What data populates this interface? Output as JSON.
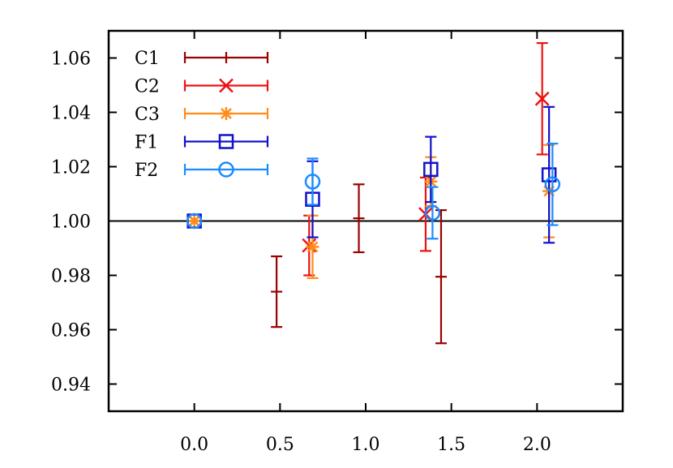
{
  "chart_data": {
    "type": "scatter",
    "xlim": [
      -0.5,
      2.5
    ],
    "ylim": [
      0.93,
      1.07
    ],
    "x_ticks": [
      0.0,
      0.5,
      1.0,
      1.5,
      2.0
    ],
    "x_tick_labels": [
      "0.0",
      "0.5",
      "1.0",
      "1.5",
      "2.0"
    ],
    "y_ticks": [
      0.94,
      0.96,
      0.98,
      1.0,
      1.02,
      1.04,
      1.06
    ],
    "y_tick_labels": [
      "0.94",
      "0.96",
      "0.98",
      "1.00",
      "1.02",
      "1.04",
      "1.06"
    ],
    "reference_line": 1.0,
    "grid": false,
    "legend_position": "top-left",
    "series": [
      {
        "name": "C1",
        "color": "#990000",
        "marker": "none",
        "points": [
          {
            "x": 0.0,
            "y": 1.0,
            "err": 0.0
          },
          {
            "x": 0.48,
            "y": 0.974,
            "err": 0.013
          },
          {
            "x": 0.96,
            "y": 1.001,
            "err": 0.0125
          },
          {
            "x": 1.44,
            "y": 0.9795,
            "err": 0.0245
          }
        ]
      },
      {
        "name": "C2",
        "color": "#ee1111",
        "marker": "x",
        "points": [
          {
            "x": 0.0,
            "y": 1.0,
            "err": 0.0
          },
          {
            "x": 0.67,
            "y": 0.991,
            "err": 0.011
          },
          {
            "x": 1.35,
            "y": 1.0025,
            "err": 0.0135
          },
          {
            "x": 2.03,
            "y": 1.045,
            "err": 0.0205
          }
        ]
      },
      {
        "name": "C3",
        "color": "#ff8c1a",
        "marker": "asterisk",
        "points": [
          {
            "x": 0.0,
            "y": 1.0,
            "err": 0.0
          },
          {
            "x": 0.69,
            "y": 0.9905,
            "err": 0.0115
          },
          {
            "x": 1.38,
            "y": 1.0145,
            "err": 0.009
          },
          {
            "x": 2.07,
            "y": 1.011,
            "err": 0.017
          }
        ]
      },
      {
        "name": "F1",
        "color": "#1111cc",
        "marker": "square",
        "points": [
          {
            "x": 0.0,
            "y": 1.0,
            "err": 0.0
          },
          {
            "x": 0.69,
            "y": 1.008,
            "err": 0.014
          },
          {
            "x": 1.38,
            "y": 1.019,
            "err": 0.012
          },
          {
            "x": 2.07,
            "y": 1.017,
            "err": 0.025
          }
        ]
      },
      {
        "name": "F2",
        "color": "#1a8cff",
        "marker": "circle",
        "points": [
          {
            "x": 0.0,
            "y": 1.0,
            "err": 0.0
          },
          {
            "x": 0.69,
            "y": 1.0145,
            "err": 0.0085
          },
          {
            "x": 1.39,
            "y": 1.003,
            "err": 0.0095
          },
          {
            "x": 2.09,
            "y": 1.0135,
            "err": 0.015
          }
        ]
      }
    ]
  }
}
